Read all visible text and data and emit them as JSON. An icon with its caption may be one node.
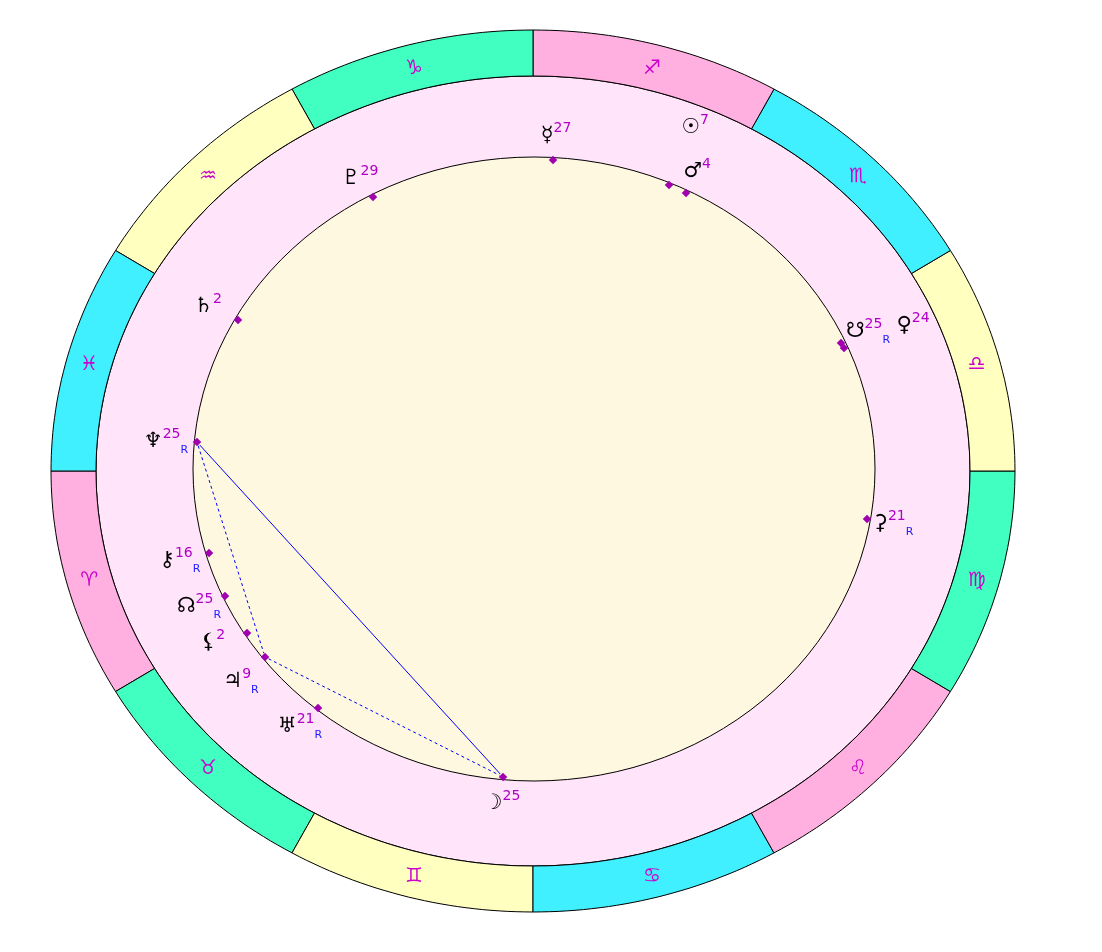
{
  "diagram": {
    "nodes": [
      {
        "text": [
          "♈"
        ]
      },
      {
        "text": [
          "♉"
        ]
      },
      {
        "text": [
          "♊"
        ]
      },
      {
        "text": [
          "♋"
        ]
      },
      {
        "text": [
          "♌"
        ]
      },
      {
        "text": [
          "♍"
        ]
      },
      {
        "text": [
          "♎"
        ]
      },
      {
        "text": [
          "♏"
        ]
      },
      {
        "text": [
          "♐"
        ]
      },
      {
        "text": [
          "♑"
        ]
      },
      {
        "text": [
          "♒"
        ]
      },
      {
        "text": [
          "♓"
        ]
      },
      {
        "text": [],
        "shape": "circle",
        "beside": [
          "☉$^{7}$"
        ]
      },
      {
        "text": [],
        "shape": "circle",
        "beside": [
          "☿$^{27}$"
        ]
      },
      {
        "text": [],
        "shape": "circle",
        "beside": [
          "♂$^{4}$"
        ]
      },
      {
        "text": [],
        "shape": "circle",
        "beside": [
          "♇$^{29}$"
        ]
      },
      {
        "text": [],
        "shape": "circle",
        "beside": [
          "♄$^{2}$"
        ]
      },
      {
        "text": [],
        "shape": "circle",
        "beside": [
          "☋$^{25}$$_{R}$"
        ]
      },
      {
        "text": [],
        "shape": "circle",
        "beside": [
          "♀$^{24}$"
        ]
      },
      {
        "text": [],
        "shape": "circle",
        "beside": [
          "♆$^{25}$$_{R}$"
        ]
      },
      {
        "text": [],
        "shape": "circle",
        "beside": [
          "⚳$^{21}$$_{R}$"
        ]
      },
      {
        "text": [],
        "shape": "circle",
        "beside": [
          "⚷$^{16}$$_{R}$"
        ]
      },
      {
        "text": [],
        "shape": "circle",
        "beside": [
          "☊$^{25}$$_{R}$"
        ]
      },
      {
        "text": [],
        "shape": "circle",
        "beside": [
          "⚸$^{2}$"
        ]
      },
      {
        "text": [],
        "shape": "circle",
        "beside": [
          "♃$^{9}$$_{R}$"
        ]
      },
      {
        "text": [],
        "shape": "circle",
        "beside": [
          "♅$^{21}$$_{R}$"
        ]
      },
      {
        "text": [],
        "shape": "circle",
        "beside": [
          "☽$^{25}$"
        ]
      }
    ],
    "edges": [
      {
        "from": 19,
        "to": 26,
        "arrow": "none"
      },
      {
        "from": 19,
        "to": 24,
        "arrow": "none",
        "style": "dashed"
      },
      {
        "from": 24,
        "to": 26,
        "arrow": "none",
        "style": "dashed"
      }
    ]
  }
}
